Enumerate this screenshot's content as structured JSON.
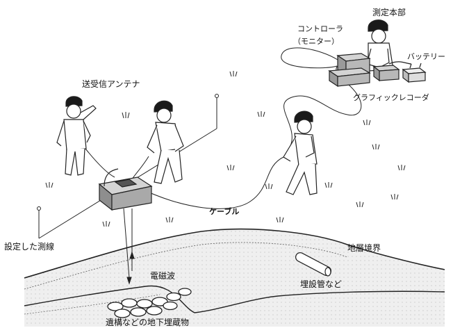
{
  "labels": {
    "hq": "測定本部",
    "controller": "コントローラ",
    "monitor": "（モニター）",
    "battery": "バッテリー",
    "antenna": "送受信アンテナ",
    "recorder": "グラフィックレコーダ",
    "cable": "ケーブル",
    "survey_line": "設定した測線",
    "boundary": "地層境界",
    "wave": "電磁波",
    "pipe": "埋設管など",
    "remains": "遺構などの地下埋蔵物"
  },
  "colors": {
    "line": "#222222",
    "stratum": "#ededed",
    "box_top": "#d4d4d4",
    "box_side": "#9a9a9a",
    "helmet": "#1a1a1a"
  }
}
